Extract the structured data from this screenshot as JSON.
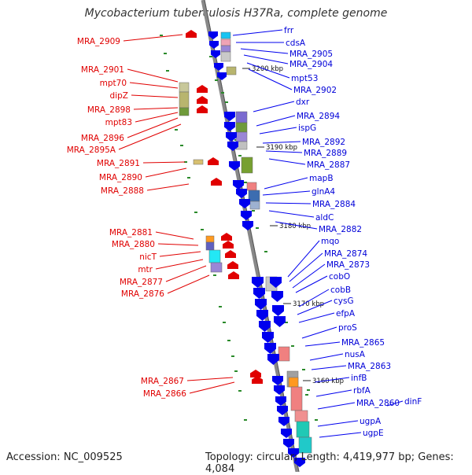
{
  "title": "Mycobacterium tuberculosis H37Ra, complete genome",
  "accession": "Accession: NC_009525",
  "summary": "Topology: circular; Length: 4,419,977 bp; Genes: 4,084",
  "colors": {
    "minus_strand": "#e00000",
    "plus_strand": "#0000ee",
    "backbone": "#888888",
    "tick": "#2a8a2a"
  },
  "scale_ticks": [
    "3200 kbp",
    "3190 kbp",
    "3180 kbp",
    "3170 kbp",
    "3160 kbp"
  ],
  "left_genes": [
    "MRA_2909",
    "MRA_2901",
    "mpt70",
    "dipZ",
    "MRA_2898",
    "mpt83",
    "MRA_2896",
    "MRA_2895A",
    "MRA_2891",
    "MRA_2890",
    "MRA_2888",
    "MRA_2881",
    "MRA_2880",
    "nicT",
    "mtr",
    "MRA_2877",
    "MRA_2876",
    "MRA_2867",
    "MRA_2866"
  ],
  "right_genes": [
    "frr",
    "cdsA",
    "MRA_2905",
    "MRA_2904",
    "mpt53",
    "MRA_2902",
    "dxr",
    "MRA_2894",
    "ispG",
    "MRA_2892",
    "MRA_2889",
    "MRA_2887",
    "mapB",
    "glnA4",
    "MRA_2884",
    "aldC",
    "MRA_2882",
    "mqo",
    "MRA_2874",
    "MRA_2873",
    "cobO",
    "cobB",
    "cysG",
    "efpA",
    "proS",
    "MRA_2865",
    "nusA",
    "MRA_2863",
    "infB",
    "rbfA",
    "MRA_2860",
    "dinF",
    "ugpA",
    "ugpE"
  ]
}
